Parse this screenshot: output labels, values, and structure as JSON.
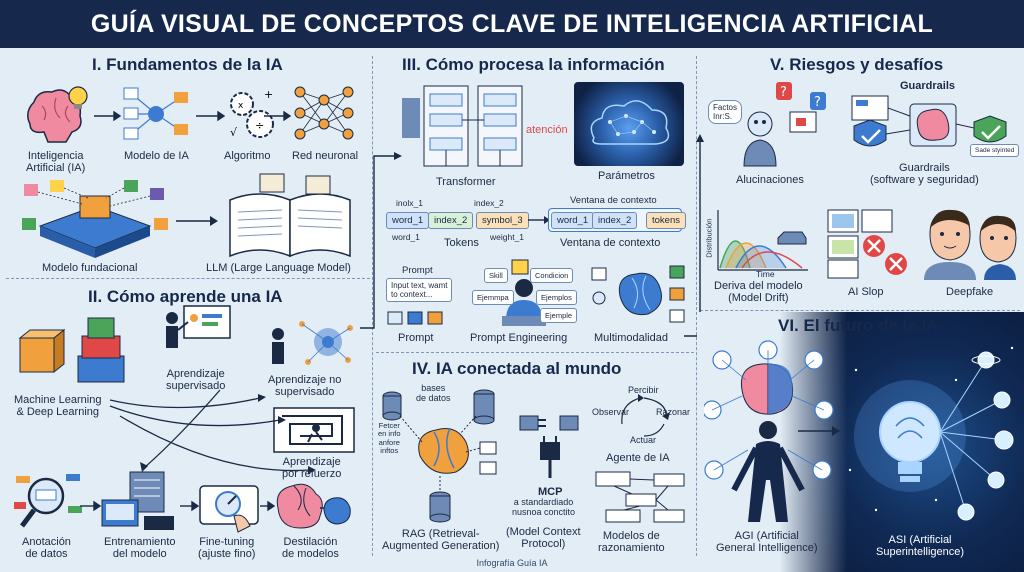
{
  "header": {
    "title": "GUÍA VISUAL DE CONCEPTOS CLAVE DE INTELIGENCIA ARTIFICIAL"
  },
  "sections": {
    "s1": {
      "title": "I. Fundamentos de la IA",
      "items": {
        "ia": "Inteligencia\nArtificial (IA)",
        "modelo": "Modelo de IA",
        "algoritmo": "Algoritmo",
        "red": "Red neuronal",
        "fundacional": "Modelo fundacional",
        "llm": "LLM (Large Language Model)"
      }
    },
    "s2": {
      "title": "II. Cómo aprende una IA",
      "items": {
        "ml": "Machine Learning\n& Deep Learning",
        "supervisado": "Aprendizaje\nsupervisado",
        "nosupervisado": "Aprendizaje no\nsupervisado",
        "refuerzo": "Aprendizaje\npor refuerzo",
        "anotacion": "Anotación\nde datos",
        "entrenamiento": "Entrenamiento\ndel modelo",
        "finetuning": "Fine-tuning\n(ajuste fino)",
        "destilacion": "Destilación\nde modelos"
      }
    },
    "s3": {
      "title": "III. Cómo procesa la información",
      "items": {
        "transformer": "Transformer",
        "atencion": "atención",
        "parametros": "Parámetros",
        "tokens": "Tokens",
        "ventana": "Ventana de contexto",
        "ventana_top": "Ventana de contexto",
        "prompt": "Prompt",
        "prompt_top": "Prompt",
        "prompt_text": "Input text, wamt\nto context...",
        "prompteng": "Prompt Engineering",
        "multimodalidad": "Multimodalidad"
      },
      "tokens": {
        "t1": "word_1",
        "t2": "index_2",
        "t3": "symbol_3",
        "a1": "inolx_1",
        "a2": "index_2",
        "b1": "word_1",
        "b2": "weight_1",
        "w1": "word_1",
        "w2": "index_2",
        "w3": "tokens"
      },
      "prompt_chips": {
        "c1": "Skill",
        "c2": "Condicion",
        "c3": "Ejemmpa",
        "c4": "Ejemplos",
        "c5": "Ejemple"
      }
    },
    "s4": {
      "title": "IV. IA conectada al mundo",
      "items": {
        "bases": "bases\nde datos",
        "fetcher": "Fetcer\nen info\nanfore\ninftos",
        "rag": "RAG (Retrieval-\nAugmented Generation)",
        "mcp_title": "MCP",
        "mcp_sub": "a standardiado\nnusnoa conctito",
        "mcp_long": "(Model Context\nProtocol)",
        "percibir": "Percibir",
        "observar": "Observar",
        "razonar": "Razonar",
        "actuar": "Actuar",
        "agente": "Agente de IA",
        "modelos": "Modelos de\nrazonamiento"
      }
    },
    "s5": {
      "title": "V. Riesgos y desafíos",
      "items": {
        "factos": "Factos\nInr:S.",
        "alucinaciones": "Alucinaciones",
        "guardrails_top": "Guardrails",
        "guardrails": "Guardrails\n(software y seguridad)",
        "guard_badge": "Sade styinted",
        "distribucion": "Distribución",
        "time": "Time",
        "deriva": "Deriva del modelo\n(Model Drift)",
        "slop": "AI Slop",
        "deepfake": "Deepfake"
      }
    },
    "s6": {
      "title": "VI. El futuro de la IA",
      "items": {
        "agi": "AGI (Artificial\nGeneral Intelligence)",
        "asi": "ASI (Artificial\nSuperintelligence)"
      }
    }
  },
  "footer": {
    "text": "Infografía Guía IA"
  },
  "colors": {
    "navy": "#16294d",
    "bg": "#e3edf6",
    "blue": "#3c7bd0",
    "orange": "#f0a03c",
    "green": "#4aa55a",
    "red": "#e04848",
    "purple": "#6c5ab0"
  }
}
